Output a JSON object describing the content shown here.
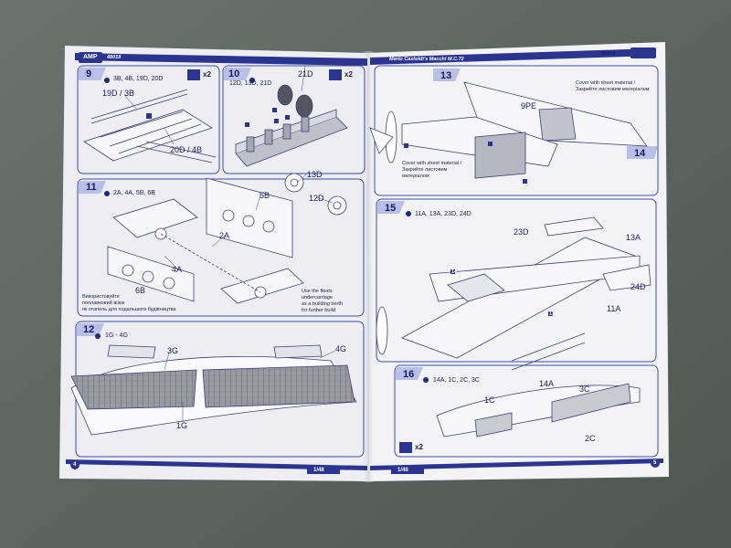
{
  "left_page": {
    "brand": "AMP",
    "kit_number": "48018",
    "page_number": "4",
    "scale": "1/48",
    "steps": [
      {
        "number": "9",
        "parts": "3B, 4B, 19D, 20D",
        "multiplier": "x2",
        "callouts": [
          "19D / 3B",
          "20D / 4B"
        ]
      },
      {
        "number": "10",
        "parts": "12D, 13D, 21D",
        "multiplier": "x2",
        "callouts": [
          "21D",
          "13D",
          "12D"
        ]
      },
      {
        "number": "11",
        "parts": "2A, 4A, 5B, 6B",
        "callouts": [
          "5B",
          "2A",
          "4A",
          "6B"
        ],
        "note_ua": "Використовуйте\nпоплавковий візок\nяк стапель для подальшого будівництва",
        "note_en": "Use the floats\nundercarriage\nas a building berth\nfor further build"
      },
      {
        "number": "12",
        "parts": "1G - 4G",
        "callouts": [
          "3G",
          "4G",
          "1G"
        ]
      }
    ]
  },
  "right_page": {
    "title": "Mario Castoldi's Macchi M.C.72",
    "kit_number": "48018",
    "page_number": "5",
    "scale": "1/48",
    "steps": [
      {
        "number": "13",
        "callouts": [
          "9PE"
        ],
        "note_cover_a": "Cover with sheet material /\nЗакрийте листовим матеріалом",
        "note_cover_b": "Cover with sheet material /\nЗакрийте листовим\nматеріалом"
      },
      {
        "number": "14"
      },
      {
        "number": "15",
        "parts": "11A, 13A, 23D, 24D",
        "callouts": [
          "23D",
          "13A",
          "24D",
          "11A"
        ],
        "sub_steps": [
          "14",
          "13"
        ]
      },
      {
        "number": "16",
        "parts": "14A, 1C, 2C, 3C",
        "multiplier": "x2",
        "callouts": [
          "14A",
          "1C",
          "3C",
          "2C"
        ]
      }
    ]
  },
  "colors": {
    "background": "#5d6660",
    "paper": "#f3f3f6",
    "accent": "#2a3590",
    "line": "#3a3f7c"
  },
  "icons": [
    "glue-icon",
    "paint-icon",
    "double-aa-icon"
  ]
}
